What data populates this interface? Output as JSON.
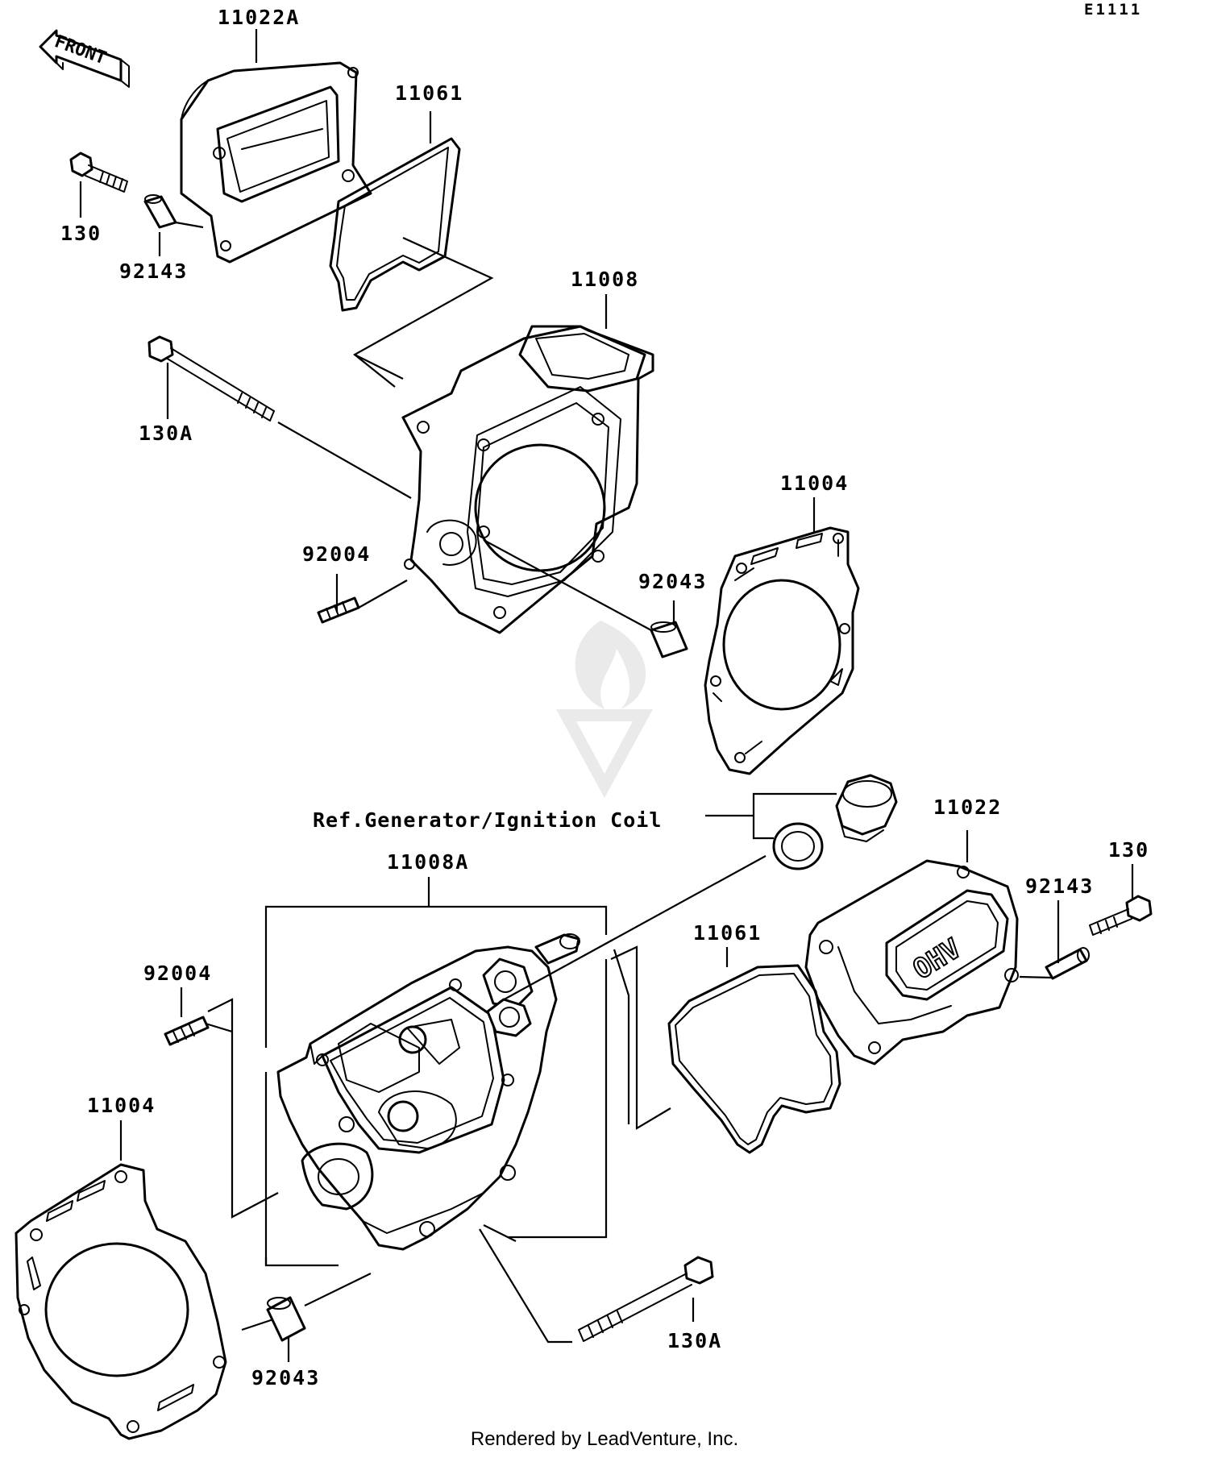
{
  "diagram_code": "E1111",
  "front_label": "FRONT",
  "ohv_mark": "OHV",
  "reference_note": "Ref.Generator/Ignition Coil",
  "footer": "Rendered by LeadVenture, Inc.",
  "callouts": [
    {
      "id": "11022A",
      "label": "11022A"
    },
    {
      "id": "11061-top",
      "label": "11061"
    },
    {
      "id": "130-top",
      "label": "130"
    },
    {
      "id": "92143-top",
      "label": "92143"
    },
    {
      "id": "11008",
      "label": "11008"
    },
    {
      "id": "130A-top",
      "label": "130A"
    },
    {
      "id": "11004-top",
      "label": "11004"
    },
    {
      "id": "92004-top",
      "label": "92004"
    },
    {
      "id": "92043-top",
      "label": "92043"
    },
    {
      "id": "11022",
      "label": "11022"
    },
    {
      "id": "130-bottom",
      "label": "130"
    },
    {
      "id": "92143-bottom",
      "label": "92143"
    },
    {
      "id": "11008A",
      "label": "11008A"
    },
    {
      "id": "11061-bottom",
      "label": "11061"
    },
    {
      "id": "92004-bottom",
      "label": "92004"
    },
    {
      "id": "11004-bottom",
      "label": "11004"
    },
    {
      "id": "130A-bottom",
      "label": "130A"
    },
    {
      "id": "92043-bottom",
      "label": "92043"
    }
  ]
}
